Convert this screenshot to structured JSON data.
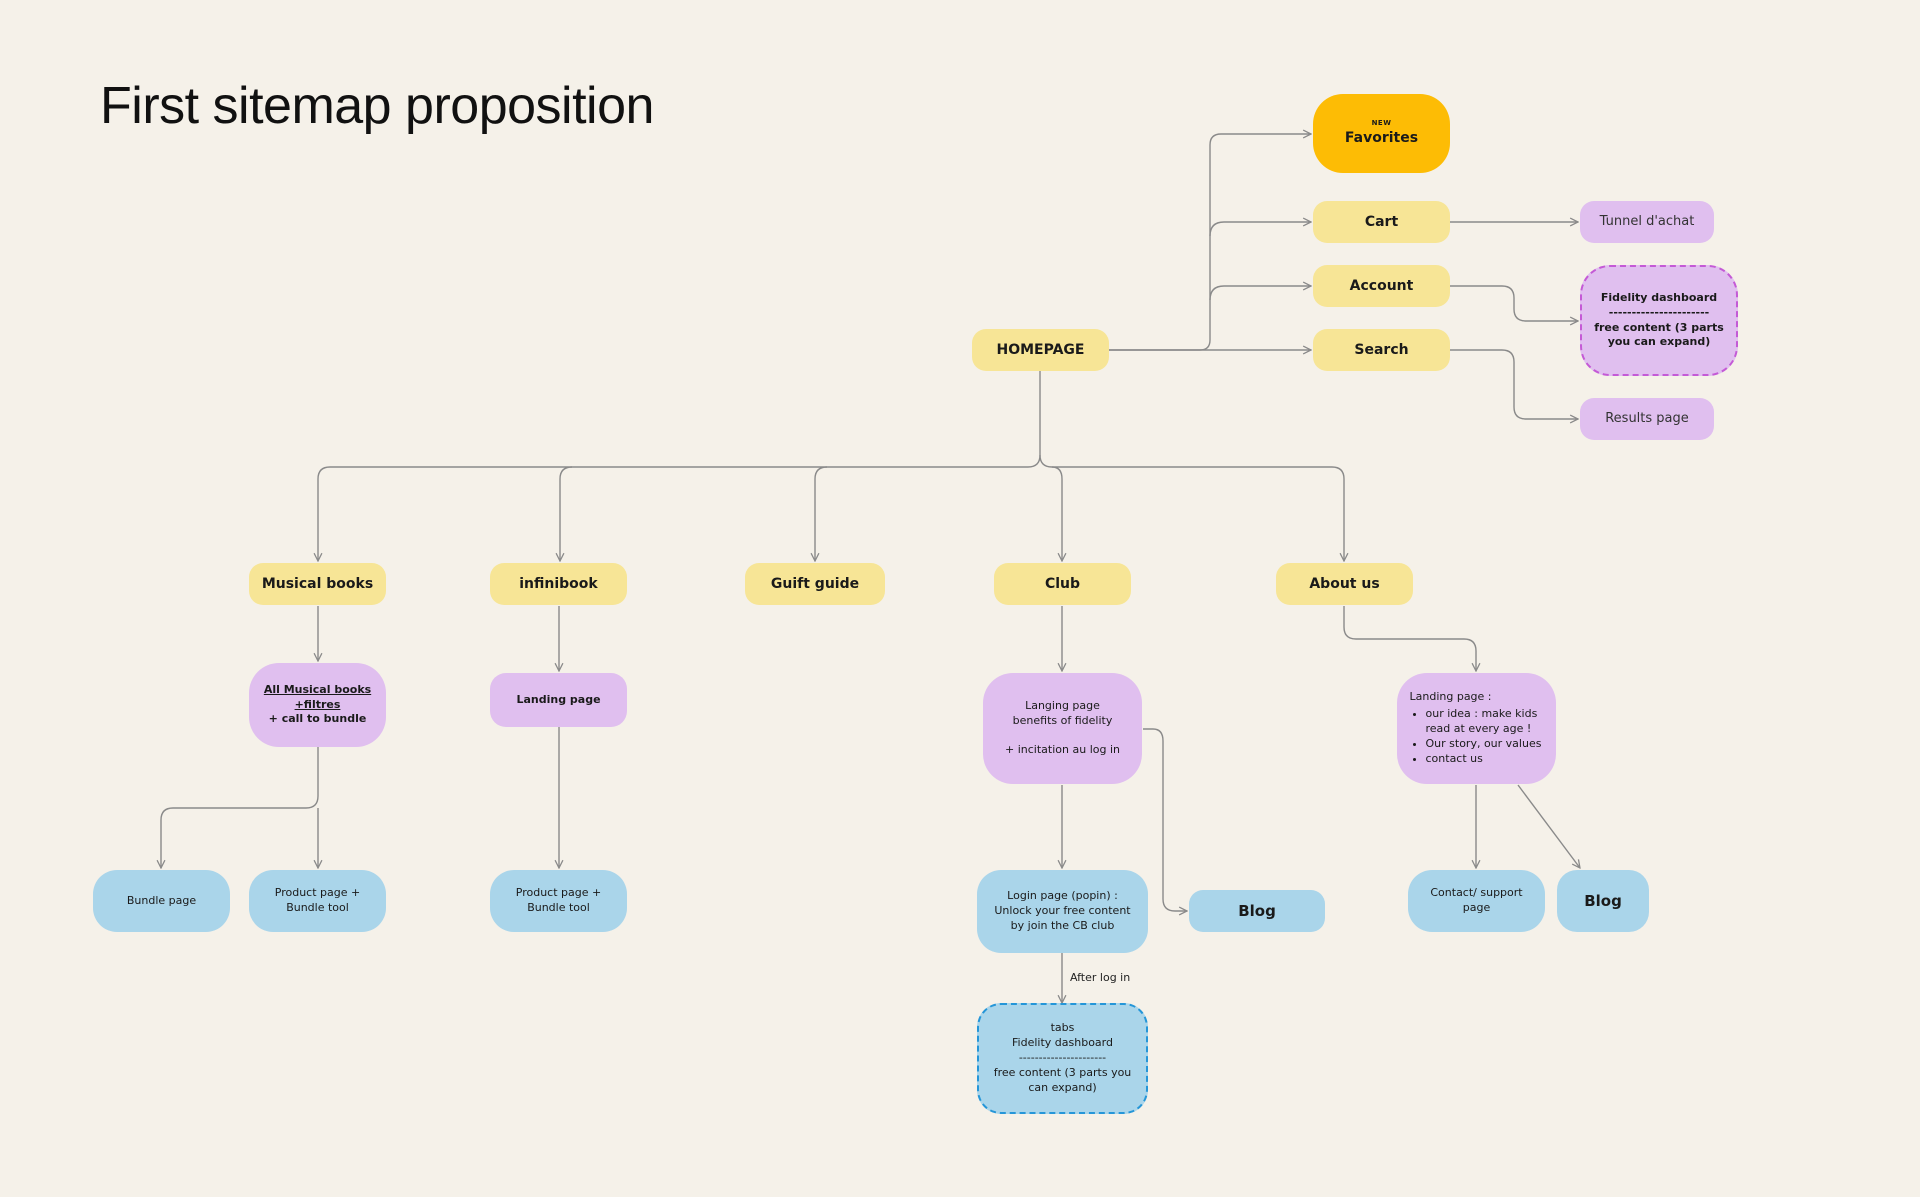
{
  "title": "First sitemap proposition",
  "colors": {
    "background": "#f5f1e9",
    "yellow": "#f7e596",
    "orange": "#fdbc05",
    "purple": "#e0bfef",
    "blue": "#aad5ea",
    "dashed_purple": "#c45ad6",
    "dashed_blue": "#2596d8",
    "connector": "#8a8a8a"
  },
  "nodes": {
    "favorites": {
      "badge": "NEW",
      "label": "Favorites"
    },
    "cart": {
      "label": "Cart"
    },
    "tunnel": {
      "label": "Tunnel d'achat"
    },
    "account": {
      "label": "Account"
    },
    "fidelity_dashboard": {
      "line1": "Fidelity dashboard",
      "line2": "----------------------",
      "line3": "free content (3 parts",
      "line4": "you can expand)"
    },
    "homepage": {
      "label": "HOMEPAGE"
    },
    "search": {
      "label": "Search"
    },
    "results": {
      "label": "Results page"
    },
    "musical_books": {
      "label": "Musical books"
    },
    "infinibook": {
      "label": "infinibook"
    },
    "guift_guide": {
      "label": "Guift guide"
    },
    "club": {
      "label": "Club"
    },
    "about_us": {
      "label": "About us"
    },
    "all_musical_books": {
      "line1": "All Musical books",
      "line2": "+filtres",
      "line3": "+ call to bundle"
    },
    "infinibook_landing": {
      "label": "Landing page"
    },
    "club_landing": {
      "line1": "Langing page",
      "line2": "benefits of fidelity",
      "line3": "+ incitation au log in"
    },
    "about_landing": {
      "heading": "Landing page :",
      "bullets": [
        "our idea : make kids read at every age !",
        "Our story, our values",
        "contact us"
      ]
    },
    "bundle_page": {
      "label": "Bundle page"
    },
    "product_page_1": {
      "line1": "Product page +",
      "line2": "Bundle tool"
    },
    "product_page_2": {
      "line1": "Product page +",
      "line2": "Bundle tool"
    },
    "login_page": {
      "line1": "Login page (popin) :",
      "line2": "Unlock your free content",
      "line3": "by join the CB club"
    },
    "blog_club": {
      "label": "Blog"
    },
    "contact_support": {
      "line1": "Contact/ support",
      "line2": "page"
    },
    "blog_about": {
      "label": "Blog"
    },
    "tabs_dashboard": {
      "line1": "tabs",
      "line2": "Fidelity dashboard",
      "line3": "----------------------",
      "line4": "free content (3 parts you",
      "line5": "can expand)"
    }
  },
  "edge_labels": {
    "after_login": "After log in"
  }
}
